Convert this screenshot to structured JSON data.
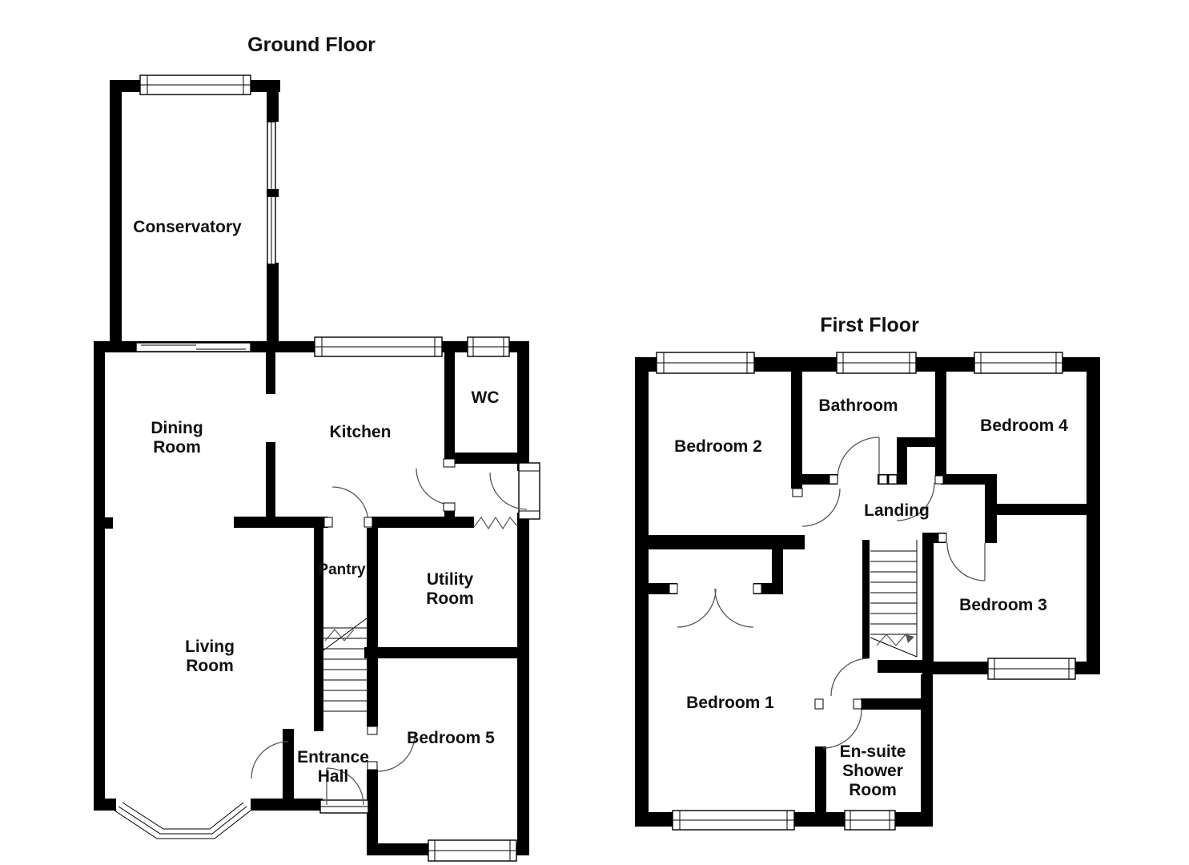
{
  "ground_floor": {
    "title": "Ground Floor",
    "rooms": {
      "conservatory": [
        "Conservatory"
      ],
      "dining": [
        "Dining",
        "Room"
      ],
      "kitchen": [
        "Kitchen"
      ],
      "wc": [
        "WC"
      ],
      "pantry": [
        "Pantry"
      ],
      "utility": [
        "Utility",
        "Room"
      ],
      "living": [
        "Living",
        "Room"
      ],
      "entrance": [
        "Entrance",
        "Hall"
      ],
      "bedroom5": [
        "Bedroom 5"
      ]
    }
  },
  "first_floor": {
    "title": "First Floor",
    "rooms": {
      "bedroom2": [
        "Bedroom 2"
      ],
      "bathroom": [
        "Bathroom"
      ],
      "bedroom4": [
        "Bedroom 4"
      ],
      "landing": [
        "Landing"
      ],
      "bedroom3": [
        "Bedroom 3"
      ],
      "bedroom1": [
        "Bedroom 1"
      ],
      "ensuite": [
        "En-suite",
        "Shower",
        "Room"
      ]
    }
  },
  "colors": {
    "wall": "#000000",
    "door_line": "#555555",
    "background": "#ffffff"
  }
}
